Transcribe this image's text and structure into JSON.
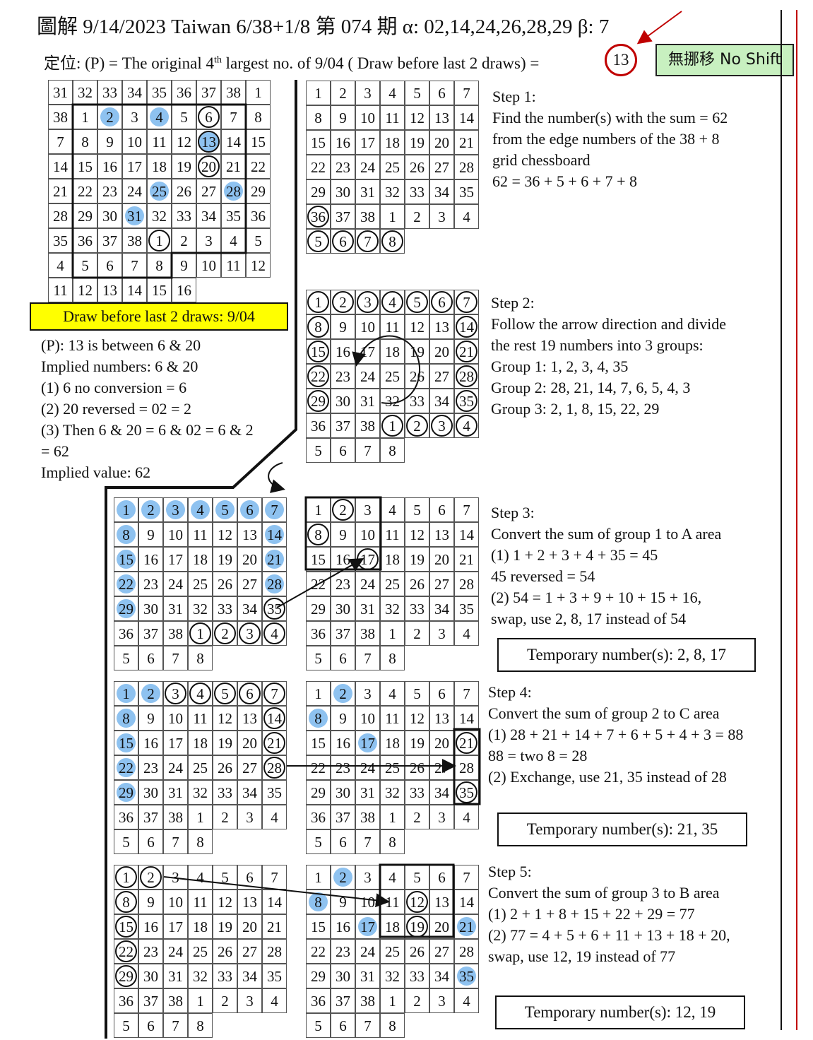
{
  "header": {
    "title": "圖解 9/14/2023 Taiwan 6/38+1/8 第 074 期 α: 02,14,24,26,28,29   β: 7",
    "subtitle_pre": "定位: (P) = The original 4",
    "subtitle_sup": "th",
    "subtitle_post": " largest no. of 9/04 ( Draw before last 2 draws) =",
    "p_value": "13",
    "no_shift": "無挪移 No Shift"
  },
  "draw_label": "Draw before last 2 draws: 9/04",
  "notes": [
    "(P): 13 is between 6 & 20",
    "Implied numbers:  6 & 20",
    "(1)  6 no conversion = 6",
    "(2)  20 reversed = 02 = 2",
    "(3)  Then 6 & 20 = 6 & 02 = 6 & 2",
    "       = 62",
    "Implied value:   62"
  ],
  "step1": {
    "title": "Step 1:",
    "lines": [
      "Find the number(s) with the sum = 62",
      "from the edge numbers of the 38 + 8",
      "grid chessboard",
      "62 = 36 + 5 + 6 + 7 + 8"
    ]
  },
  "step2": {
    "title": "Step 2:",
    "lines": [
      "Follow the arrow direction and divide",
      "the rest 19 numbers into 3 groups:",
      "Group 1:  1, 2, 3, 4, 35",
      "Group 2:  28, 21, 14, 7, 6, 5, 4, 3",
      "Group 3:  2, 1, 8, 15, 22, 29"
    ]
  },
  "step3": {
    "title": "Step 3:",
    "lines": [
      "Convert the sum of group 1 to A area",
      "(1)  1 + 2 + 3 + 4 + 35 = 45",
      "       45 reversed = 54",
      "(2) 54 = 1 + 3 + 9 + 10 + 15 + 16,",
      "      swap,  use 2, 8, 17 instead of 54"
    ],
    "temp": "Temporary number(s):  2, 8, 17"
  },
  "step4": {
    "title": "Step 4:",
    "lines": [
      "Convert the sum of group 2 to C area",
      "(1) 28 + 21 + 14 + 7 + 6 + 5 + 4 + 3 = 88",
      "       88 = two 8 = 28",
      "(2) Exchange, use 21, 35 instead of 28"
    ],
    "temp": "Temporary number(s):  21, 35"
  },
  "step5": {
    "title": "Step 5:",
    "lines": [
      "Convert the sum of group 3 to B area",
      "(1) 2 + 1 + 8 + 15 + 22 + 29 = 77",
      "(2) 77 = 4 + 5 + 6 + 11 + 13 + 18 + 20,",
      "      swap, use 12, 19 instead of 77"
    ],
    "temp": "Temporary number(s):  12, 19"
  },
  "grids": {
    "big": {
      "rows": [
        [
          "31",
          "32",
          "33",
          "34",
          "35",
          "36",
          "37",
          "38",
          "1"
        ],
        [
          "38",
          "1",
          "2",
          "3",
          "4",
          "5",
          "6",
          "7",
          "8"
        ],
        [
          "7",
          "8",
          "9",
          "10",
          "11",
          "12",
          "13",
          "14",
          "15"
        ],
        [
          "14",
          "15",
          "16",
          "17",
          "18",
          "19",
          "20",
          "21",
          "22"
        ],
        [
          "21",
          "22",
          "23",
          "24",
          "25",
          "26",
          "27",
          "28",
          "29"
        ],
        [
          "28",
          "29",
          "30",
          "31",
          "32",
          "33",
          "34",
          "35",
          "36"
        ],
        [
          "35",
          "36",
          "37",
          "38",
          "1",
          "2",
          "3",
          "4",
          "5"
        ],
        [
          "4",
          "5",
          "6",
          "7",
          "8",
          "9",
          "10",
          "11",
          "12"
        ],
        [
          "11",
          "12",
          "13",
          "14",
          "15",
          "16",
          "",
          "",
          ""
        ]
      ],
      "blue": [
        "1,2",
        "1,4",
        "2,6",
        "4,4",
        "4,7",
        "5,3"
      ],
      "circle": [
        "1,6",
        "2,6",
        "3,6",
        "6,4"
      ]
    },
    "std_rows": [
      [
        "1",
        "2",
        "3",
        "4",
        "5",
        "6",
        "7"
      ],
      [
        "8",
        "9",
        "10",
        "11",
        "12",
        "13",
        "14"
      ],
      [
        "15",
        "16",
        "17",
        "18",
        "19",
        "20",
        "21"
      ],
      [
        "22",
        "23",
        "24",
        "25",
        "26",
        "27",
        "28"
      ],
      [
        "29",
        "30",
        "31",
        "32",
        "33",
        "34",
        "35"
      ],
      [
        "36",
        "37",
        "38",
        "1",
        "2",
        "3",
        "4"
      ],
      [
        "5",
        "6",
        "7",
        "8",
        "",
        "",
        ""
      ]
    ],
    "g1": {
      "blue": [],
      "circle": [
        "5,0",
        "6,0",
        "6,1",
        "6,2",
        "6,3"
      ]
    },
    "g2": {
      "blue": [],
      "circle": [
        "0,0",
        "0,1",
        "0,2",
        "0,3",
        "0,4",
        "0,5",
        "0,6",
        "1,0",
        "1,6",
        "2,0",
        "2,6",
        "3,0",
        "3,6",
        "4,0",
        "4,6",
        "5,3",
        "5,4",
        "5,5",
        "5,6"
      ]
    },
    "g3l": {
      "blue": [
        "0,0",
        "0,1",
        "0,2",
        "0,3",
        "0,4",
        "0,5",
        "0,6",
        "1,0",
        "1,6",
        "2,0",
        "2,6",
        "3,0",
        "3,6",
        "4,0"
      ],
      "circle": [
        "4,6",
        "5,3",
        "5,4",
        "5,5",
        "5,6"
      ]
    },
    "g3r": {
      "blue": [],
      "circle": [
        "0,1",
        "1,0",
        "2,2"
      ]
    },
    "g4l": {
      "blue": [
        "0,0",
        "0,1",
        "1,0",
        "2,0",
        "3,0",
        "4,0"
      ],
      "circle": [
        "0,2",
        "0,3",
        "0,4",
        "0,5",
        "0,6",
        "1,6",
        "2,6",
        "3,6"
      ]
    },
    "g4r": {
      "blue": [
        "0,1",
        "1,0",
        "2,2"
      ],
      "circle": [
        "2,6",
        "4,6"
      ]
    },
    "g5l": {
      "blue": [],
      "circle": [
        "0,0",
        "0,1",
        "1,0",
        "2,0",
        "3,0",
        "4,0"
      ]
    },
    "g5r": {
      "blue": [
        "0,1",
        "1,0",
        "2,2",
        "2,6",
        "4,6"
      ],
      "circle": [
        "1,4",
        "2,4"
      ]
    }
  }
}
